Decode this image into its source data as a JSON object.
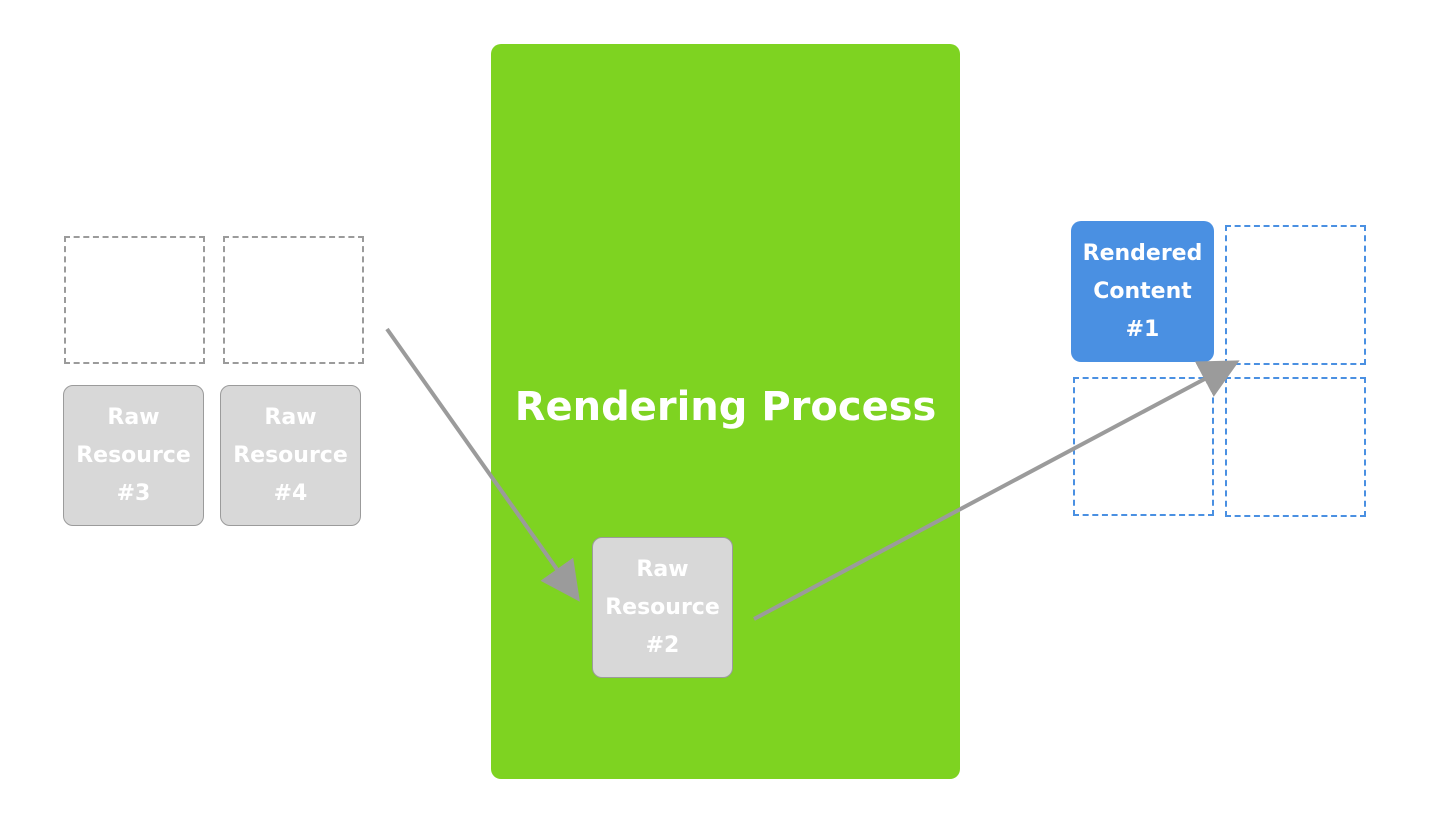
{
  "process": {
    "title": "Rendering Process",
    "color": "#7ed321"
  },
  "resources": {
    "r2": "Raw\nResource\n#2",
    "r3": "Raw\nResource\n#3",
    "r4": "Raw\nResource\n#4"
  },
  "rendered": {
    "r1": "Rendered\nContent\n#1",
    "color": "#4a90e2"
  },
  "colors": {
    "resource_fill": "#d8d8d8",
    "resource_border": "#9b9b9b",
    "arrow": "#9b9b9b"
  }
}
